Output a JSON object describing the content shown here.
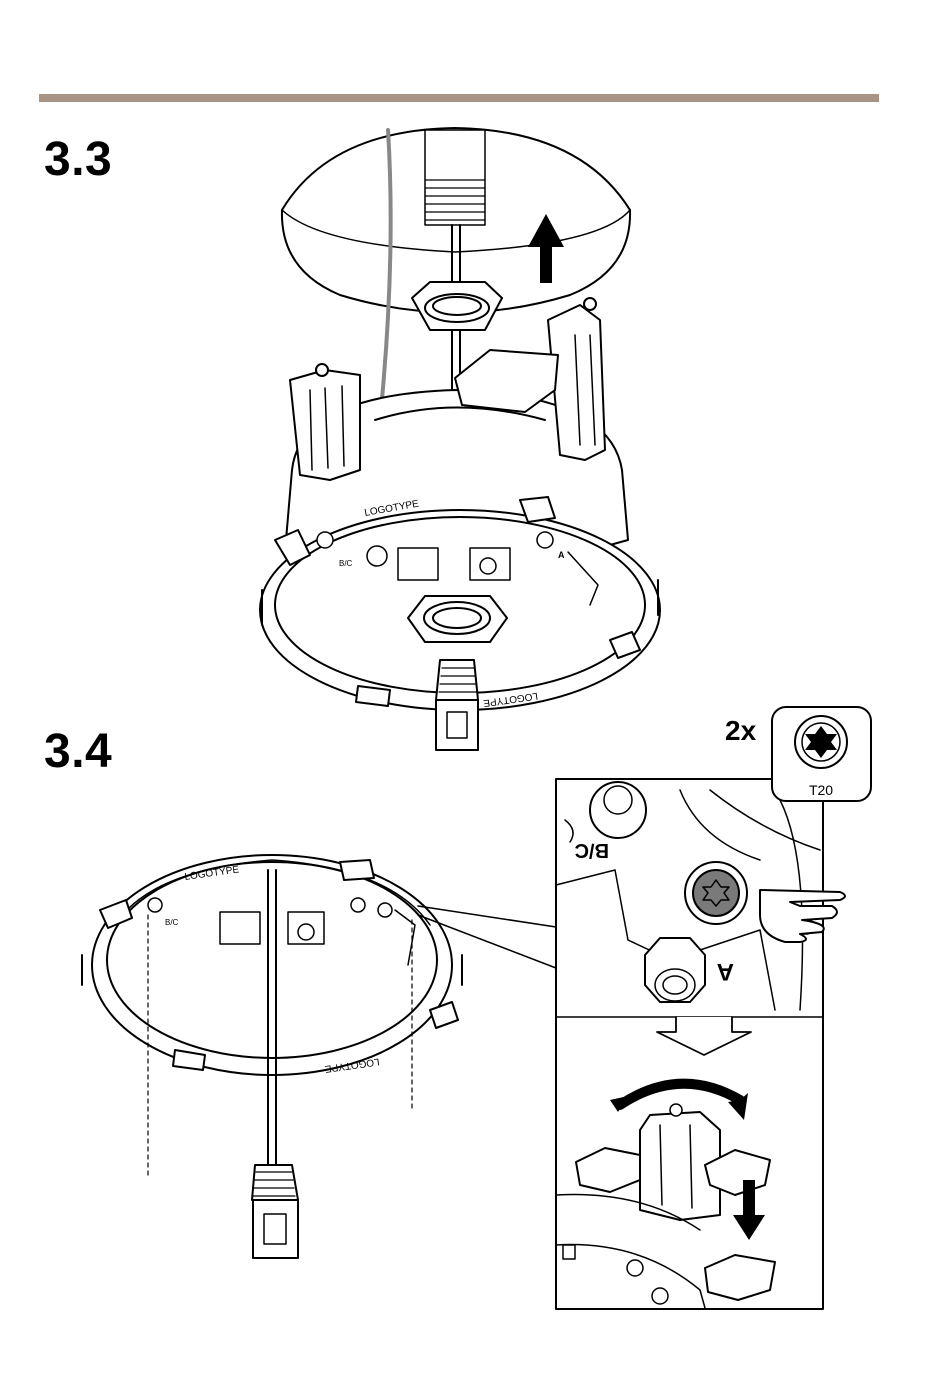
{
  "header": {
    "rule_color": "#a89484"
  },
  "steps": [
    {
      "number": "3.3"
    },
    {
      "number": "3.4"
    }
  ],
  "tool": {
    "quantity": "2x",
    "bit_label": "T20",
    "icon": "torx-screwdriver-icon"
  },
  "labels": {
    "logotype": "LOGOTYPE",
    "bc": "B/C",
    "a": "A"
  }
}
